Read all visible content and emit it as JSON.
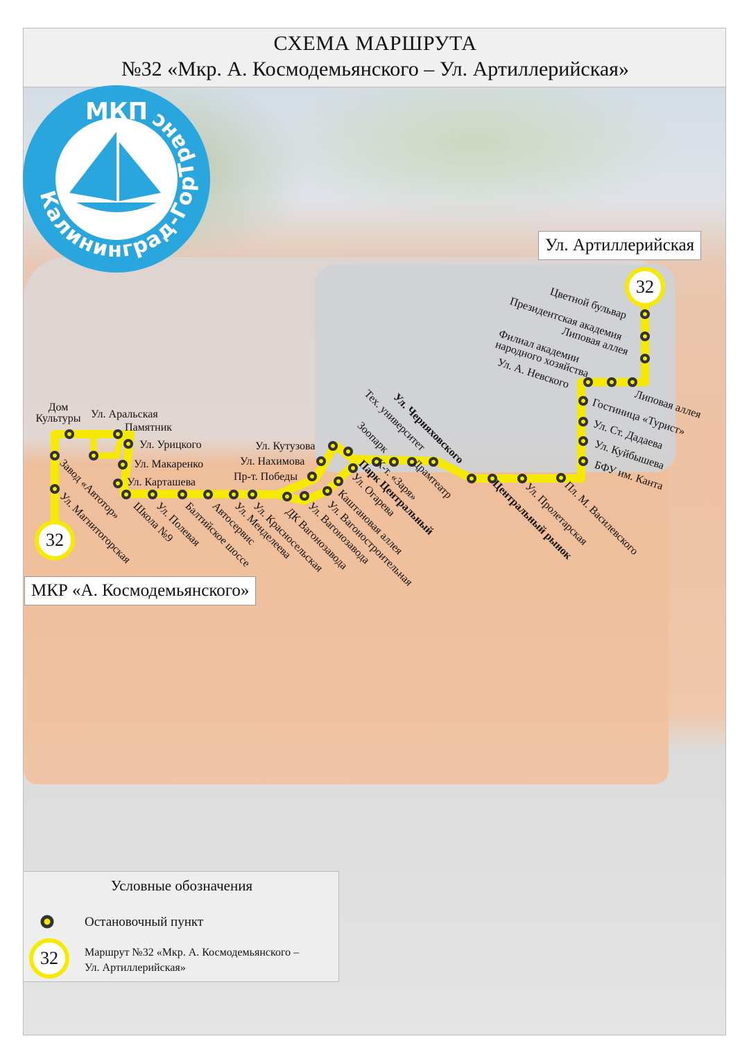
{
  "title": {
    "line1": "СХЕМА МАРШРУТА",
    "line2": "№32  «Мкр. А. Космодемьянского – Ул. Артиллерийская»"
  },
  "logo": {
    "top": "МКП",
    "ring": "Калининград-ГорТранс"
  },
  "route": {
    "number": "32",
    "color": "#f5ea00",
    "start": "МКР «А. Космодемьянского»",
    "end": "Ул. Артиллерийская"
  },
  "stops": [
    "Ул. Магнитогорская",
    "Завод «Автотор»",
    "Дом Культуры",
    "Ул. Аральская",
    "Памятник",
    "Ул. Урицкого",
    "Ул. Макаренко",
    "Ул. Карташева",
    "Школа №9",
    "Ул. Полевая",
    "Балтийское шоссе",
    "Автосервис",
    "Ул. Менделеева",
    "Ул. Красносельская",
    "ДК Вагонозавода",
    "Ул. Вагонозавода",
    "Ул. Вагоностроительная",
    "Каштановая аллея",
    "Ул. Огарева",
    "Парк Центральный",
    "Пр-т. Победы",
    "Ул. Нахимова",
    "Ул. Кутузова",
    "Зоопарк",
    "К-т. «Заря»",
    "Тех. университет",
    "Драмтеатр",
    "Ул. Черняховского",
    "Центральный рынок",
    "Ул. Пролетарская",
    "Пл. М. Василевского",
    "БФУ им. Канта",
    "Ул. Куйбышева",
    "Ул. Ст. Дадаева",
    "Гостиница «Турист»",
    "Липовая аллея",
    "Ул. А. Невского",
    "Филиал академии народного хозяйства",
    "Липовая аллея",
    "Президентская академия",
    "Цветной бульвар"
  ],
  "legend": {
    "title": "Условные обозначения",
    "stop": "Остановочный пункт",
    "route_line1": "Маршрут №32 «Мкр. А. Космодемьянского –",
    "route_line2": "Ул. Артиллерийская»",
    "badge": "32"
  }
}
